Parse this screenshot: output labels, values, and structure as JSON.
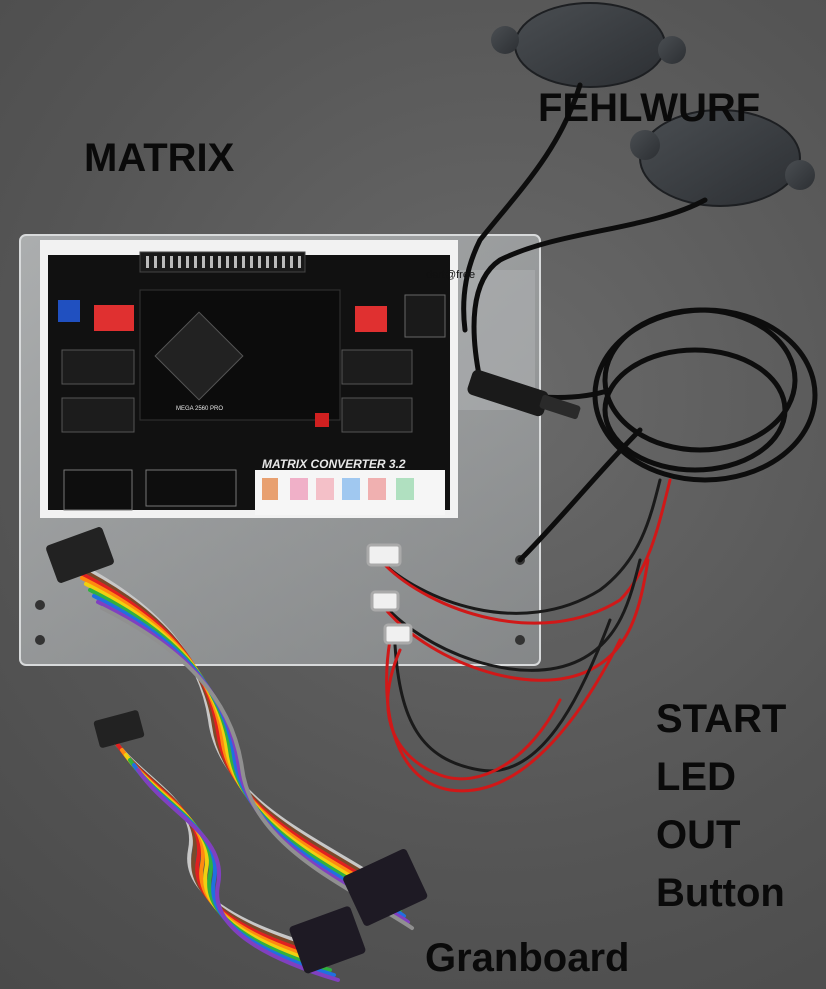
{
  "labels": {
    "matrix": "MATRIX",
    "fehlwurf": "FEHLWURF",
    "start_lines": [
      "START",
      "LED",
      "OUT",
      "Button"
    ],
    "granboard": "Granboard"
  },
  "board": {
    "brand": "dart@free",
    "title": "MATRIX CONVERTER 3.2",
    "chip": "MEGA 2560 PRO"
  },
  "colors": {
    "label_text": "#0a0a0a",
    "pcb": "#111111",
    "dip_switch": "#e03030",
    "acrylic": "#b9bcbe"
  },
  "icons": [
    "piezo-sensor-icon",
    "ribbon-cable-icon",
    "audio-jack-icon",
    "wire-icon"
  ]
}
